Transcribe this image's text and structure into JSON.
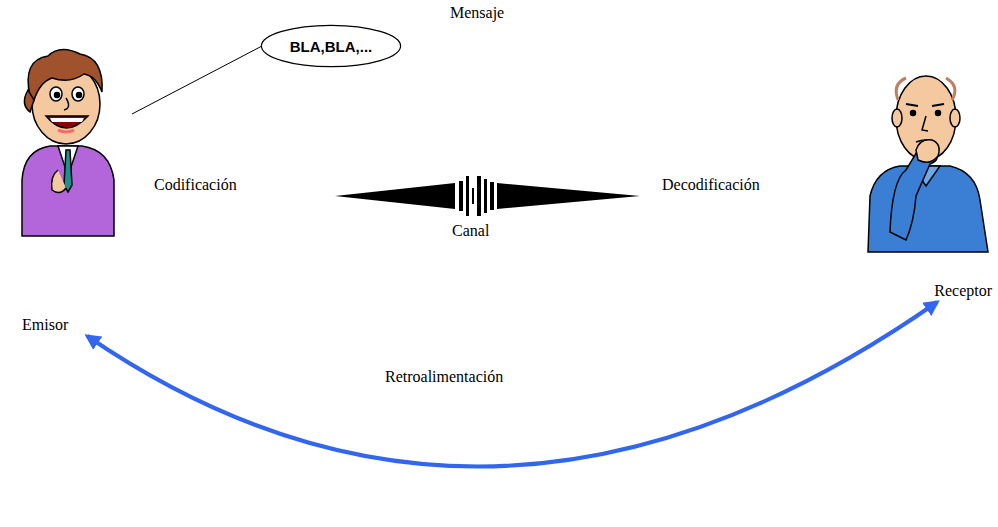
{
  "diagram": {
    "nodes": [
      {
        "text": [
          "BLA,BLA,..."
        ]
      },
      {
        "text": [
          "Emisor"
        ]
      },
      {
        "text": [
          "Receptor"
        ]
      }
    ],
    "edges": [
      {
        "from": 0,
        "to": 1,
        "arrow": "none"
      },
      {
        "from": 1,
        "to": 2,
        "arrow": "both",
        "label": "Retroalimentación"
      }
    ],
    "labels": [
      "Mensaje",
      "Codificación",
      "Canal",
      "Decodificación"
    ]
  }
}
